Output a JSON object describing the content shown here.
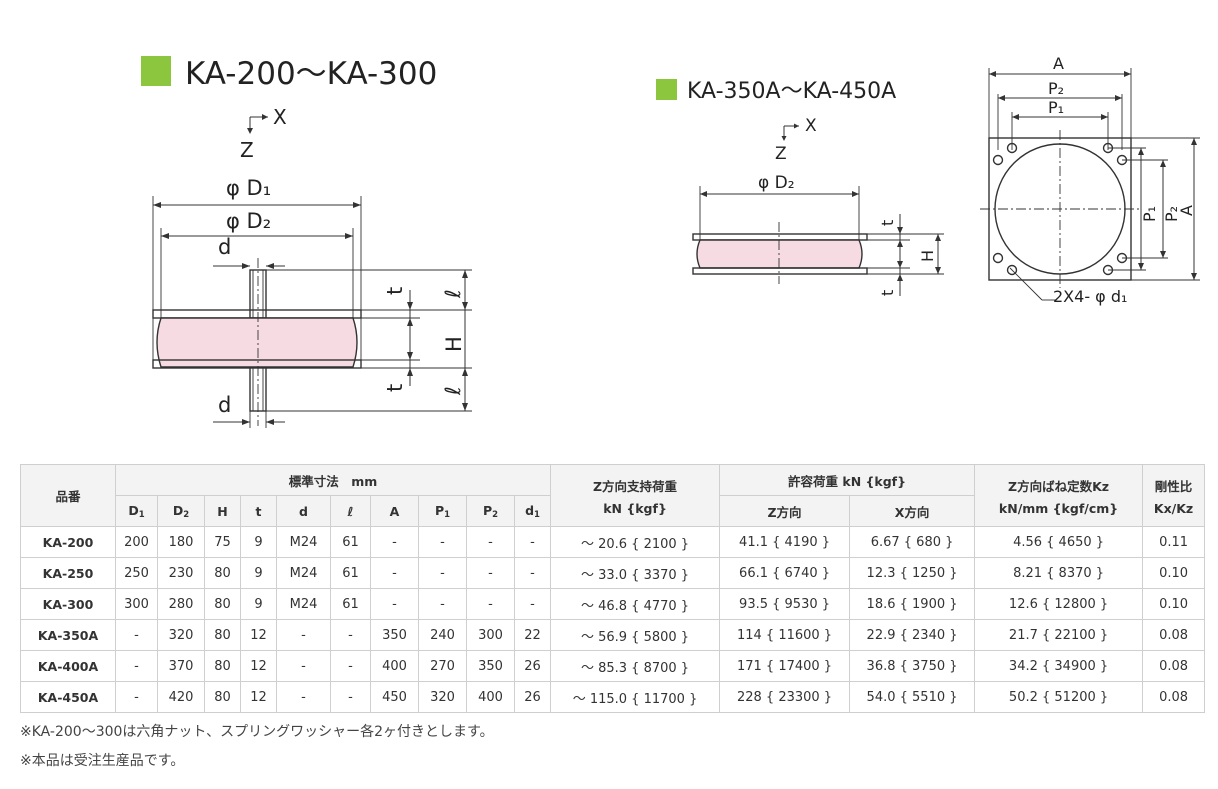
{
  "drawing_left": {
    "title": "KA-200～KA-300",
    "axis_x": "X",
    "axis_z": "Z",
    "dim_d1": "φ D₁",
    "dim_d2": "φ D₂",
    "dim_d_top": "d",
    "dim_d_bottom": "d",
    "dim_t_top": "t",
    "dim_t_bottom": "t",
    "dim_h": "H",
    "dim_l_top": "ℓ",
    "dim_l_bottom": "ℓ",
    "colors": {
      "rubber": "#f7dbe2",
      "title_square": "#8cc63f"
    }
  },
  "drawing_right": {
    "title": "KA-350A～KA-450A",
    "axis_x": "X",
    "axis_z": "Z",
    "dim_d2": "φ D₂",
    "dim_t_top": "t",
    "dim_t_bottom": "t",
    "dim_h": "H"
  },
  "drawing_plan": {
    "dim_a_top": "A",
    "dim_p2_top": "P₂",
    "dim_p1_top": "P₁",
    "dim_p1_side": "P₁",
    "dim_p2_side": "P₂",
    "dim_a_side": "A",
    "hole_label": "2X4- φ d₁"
  },
  "table": {
    "header": {
      "model": "品番",
      "std_dims": "標準寸法　mm",
      "z_support": "Z方向支持荷重",
      "z_support_unit": "kN {kgf}",
      "allow_load": "許容荷重 kN {kgf}",
      "z_spring": "Z方向ばね定数Kz",
      "z_spring_unit": "kN/mm {kgf/cm}",
      "stiff_ratio": "剛性比",
      "stiff_ratio_unit": "Kx/Kz",
      "z_dir": "Z方向",
      "x_dir": "X方向",
      "cols": [
        {
          "main": "D",
          "sub": "1"
        },
        {
          "main": "D",
          "sub": "2"
        },
        {
          "main": "H",
          "sub": ""
        },
        {
          "main": "t",
          "sub": ""
        },
        {
          "main": "d",
          "sub": ""
        },
        {
          "main": "ℓ",
          "sub": ""
        },
        {
          "main": "A",
          "sub": ""
        },
        {
          "main": "P",
          "sub": "1"
        },
        {
          "main": "P",
          "sub": "2"
        },
        {
          "main": "d",
          "sub": "1"
        }
      ]
    },
    "rows": [
      {
        "model": "KA-200",
        "D1": "200",
        "D2": "180",
        "H": "75",
        "t": "9",
        "d": "M24",
        "l": "61",
        "A": "-",
        "P1": "-",
        "P2": "-",
        "d1": "-",
        "zsupport": "～ 20.6 { 2100 }",
        "zallow": "41.1 { 4190 }",
        "xallow": "6.67 { 680 }",
        "kz": "4.56 { 4650 }",
        "ratio": "0.11"
      },
      {
        "model": "KA-250",
        "D1": "250",
        "D2": "230",
        "H": "80",
        "t": "9",
        "d": "M24",
        "l": "61",
        "A": "-",
        "P1": "-",
        "P2": "-",
        "d1": "-",
        "zsupport": "～ 33.0 { 3370 }",
        "zallow": "66.1 { 6740 }",
        "xallow": "12.3 { 1250 }",
        "kz": "8.21 { 8370 }",
        "ratio": "0.10"
      },
      {
        "model": "KA-300",
        "D1": "300",
        "D2": "280",
        "H": "80",
        "t": "9",
        "d": "M24",
        "l": "61",
        "A": "-",
        "P1": "-",
        "P2": "-",
        "d1": "-",
        "zsupport": "～ 46.8 { 4770 }",
        "zallow": "93.5 { 9530 }",
        "xallow": "18.6 { 1900 }",
        "kz": "12.6 { 12800 }",
        "ratio": "0.10"
      },
      {
        "model": "KA-350A",
        "D1": "-",
        "D2": "320",
        "H": "80",
        "t": "12",
        "d": "-",
        "l": "-",
        "A": "350",
        "P1": "240",
        "P2": "300",
        "d1": "22",
        "zsupport": "～ 56.9 { 5800 }",
        "zallow": "114 { 11600 }",
        "xallow": "22.9 { 2340 }",
        "kz": "21.7 { 22100 }",
        "ratio": "0.08"
      },
      {
        "model": "KA-400A",
        "D1": "-",
        "D2": "370",
        "H": "80",
        "t": "12",
        "d": "-",
        "l": "-",
        "A": "400",
        "P1": "270",
        "P2": "350",
        "d1": "26",
        "zsupport": "～ 85.3 { 8700 }",
        "zallow": "171 { 17400 }",
        "xallow": "36.8 { 3750 }",
        "kz": "34.2 { 34900 }",
        "ratio": "0.08"
      },
      {
        "model": "KA-450A",
        "D1": "-",
        "D2": "420",
        "H": "80",
        "t": "12",
        "d": "-",
        "l": "-",
        "A": "450",
        "P1": "320",
        "P2": "400",
        "d1": "26",
        "zsupport": "～ 115.0 { 11700 }",
        "zallow": "228 { 23300 }",
        "xallow": "54.0 { 5510 }",
        "kz": "50.2 { 51200 }",
        "ratio": "0.08"
      }
    ]
  },
  "notes": [
    "※KA-200～300は六角ナット、スプリングワッシャー各2ヶ付きとします。",
    "※本品は受注生産品です。"
  ]
}
